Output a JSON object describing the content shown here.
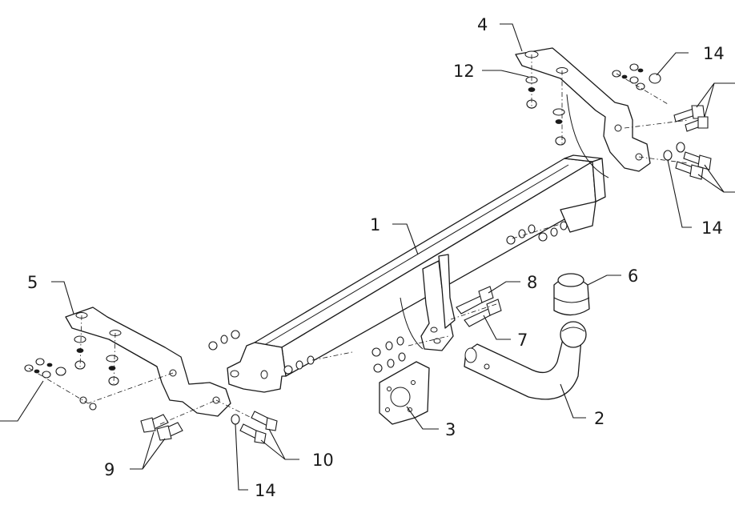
{
  "diagram": {
    "callouts": {
      "c1": "1",
      "c2": "2",
      "c3": "3",
      "c4": "4",
      "c5": "5",
      "c6": "6",
      "c7": "7",
      "c8": "8",
      "c9": "9",
      "c10": "10",
      "c12": "12",
      "c14_top": "14",
      "c14_right": "14",
      "c14_bottom": "14"
    },
    "colors": {
      "line": "#1a1a1a",
      "background": "#ffffff"
    }
  }
}
